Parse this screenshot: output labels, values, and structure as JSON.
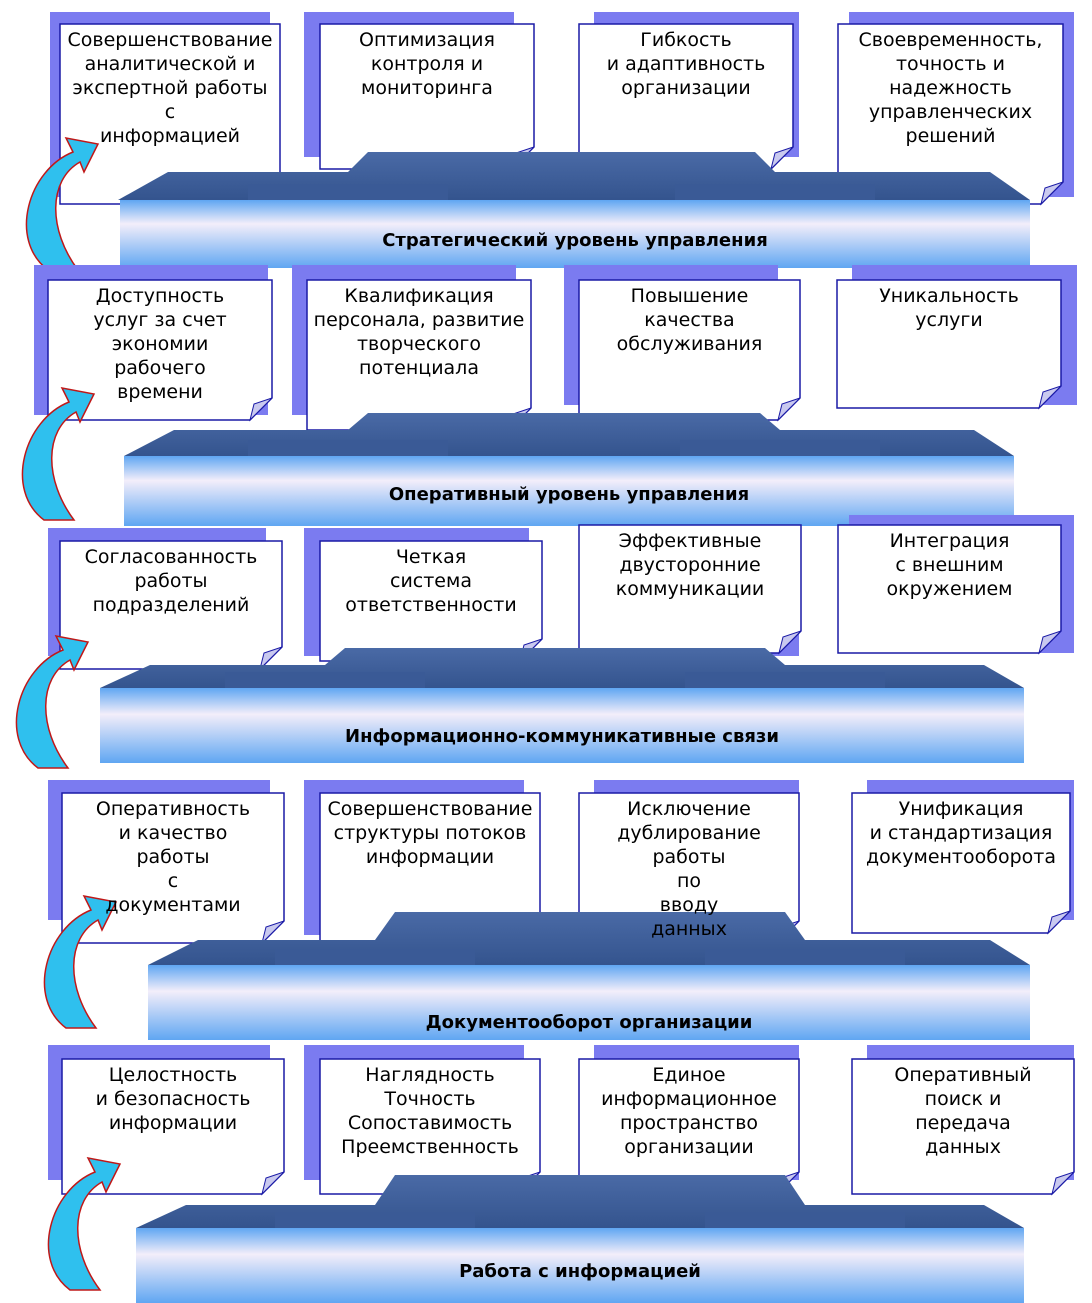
{
  "colors": {
    "card_shadow": "#7b7bf0",
    "card_border": "#1a1aa6",
    "platform_top": "#3e5e9a",
    "band_light": "#f3eefa",
    "band_blue": "#5fa6f2",
    "arrow_fill": "#2fc0ee",
    "arrow_stroke": "#c01818"
  },
  "levels": [
    {
      "title": "Стратегический уровень управления",
      "cards": [
        "Совершенствование аналитической и экспертной работы с информацией",
        "Оптимизация контроля и мониторинга",
        "Гибкость и адаптивность организации",
        "Своевременность, точность и надежность управленческих решений"
      ]
    },
    {
      "title": "Оперативный уровень управления",
      "cards": [
        "Доступность услуг за счет экономии рабочего времени",
        "Квалификация персонала, развитие творческого потенциала",
        "Повышение качества обслуживания",
        "Уникальность услуги"
      ]
    },
    {
      "title": "Информационно-коммуникативные связи",
      "cards": [
        "Согласованность работы подразделений",
        "Четкая система ответственности",
        "Эффективные двусторонние коммуникации",
        "Интеграция с внешним окружением"
      ]
    },
    {
      "title": "Документооборот организации",
      "cards": [
        "Оперативность и качество работы с документами",
        "Совершенствование структуры потоков информации",
        "Исключение дублирование работы по вводу данных",
        "Унификация  и стандартизация документооборота"
      ]
    },
    {
      "title": "Работа с информацией",
      "cards": [
        "Целостность и безопасность информации",
        "Наглядность Точность Сопоставимость Преемственность",
        "Единое информационное пространство организации",
        "Оперативный поиск и передача данных"
      ]
    }
  ]
}
